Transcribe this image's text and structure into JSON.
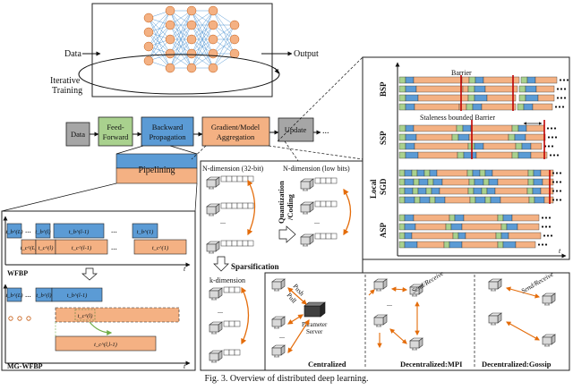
{
  "nn": {
    "data_label": "Data",
    "output_label": "Output",
    "iter_label_1": "Iterative",
    "iter_label_2": "Training"
  },
  "pipeline": {
    "data": "Data",
    "feed_1": "Feed-",
    "feed_2": "Forward",
    "back_1": "Backward",
    "back_2": "Propagation",
    "grad_1": "Gradient/Model",
    "grad_2": "Aggregation",
    "update": "Update",
    "ellipsis": "...",
    "pipelining": "Pipelining"
  },
  "colors": {
    "green": "#a9d18e",
    "blue": "#5b9bd5",
    "orange": "#f4b183",
    "gray": "#a6a6a6",
    "node": "#f4b183",
    "edge": "#5b9bd5",
    "red": "#c00000"
  },
  "wfbp": {
    "label": "WFBP",
    "mg_label": "MG-WFBP",
    "t_axis": "t",
    "tb_L": "t_b^(L)",
    "tb_l": "t_b^(l)",
    "tb_l1": "t_b^(l-1)",
    "tb_1": "t_b^(1)",
    "tc_L": "t_c^(L)",
    "tc_l": "t_c^(l)",
    "tc_l1": "t_c^(l-1)",
    "tc_1": "t_c^(1)",
    "mg_tc_l": "t_c^(l)",
    "mg_tc_l1": "t_c^(l,l-1)",
    "dots": "..."
  },
  "compression": {
    "ndim_32": "N-dimension (32-bit)",
    "ndim_low": "N-dimension (low bits)",
    "quant_1": "Quantization",
    "quant_2": "/Coding",
    "sparsification": "Sparsification",
    "kdim": "k-dimension"
  },
  "topology": {
    "push": "Push",
    "pull": "Pull",
    "ps_1": "Parameter",
    "ps_2": "Server",
    "centralized": "Centralized",
    "send_recv": "Send/Receive",
    "dec_mpi": "Decentralized:MPI",
    "dec_gossip": "Decentralized:Gossip"
  },
  "sync": {
    "bsp": "BSP",
    "ssp": "SSP",
    "local_1": "Local",
    "local_2": "SGD",
    "asp": "ASP",
    "barrier": "Barrier",
    "staleness": "Staleness bounded Barrier",
    "t_axis": "t",
    "dots": "..."
  },
  "caption": "Fig. 3.  Overview of distributed deep learning."
}
